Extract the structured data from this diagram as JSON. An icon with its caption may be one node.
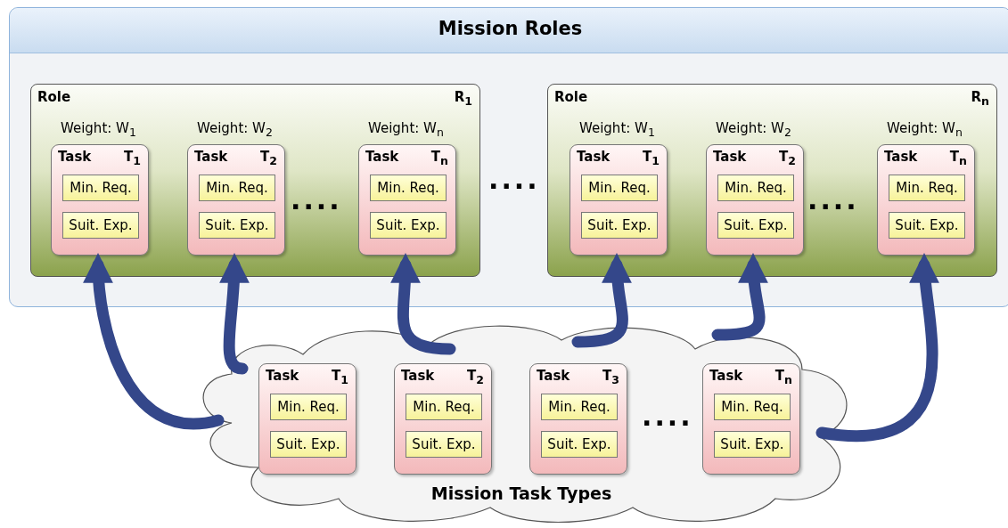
{
  "diagram": {
    "nodes": [
      {
        "text": [
          "Mission Roles"
        ]
      },
      {
        "text": [
          "Role",
          "R$_{1}$"
        ],
        "in": 0
      },
      {
        "text": [
          "Task",
          "T$_{1}$"
        ],
        "in": 1,
        "beside": [
          "Weight: W$_{1}$"
        ]
      },
      {
        "text": [
          "Min. Req."
        ],
        "in": 2
      },
      {
        "text": [
          "Suit. Exp."
        ],
        "in": 2
      },
      {
        "text": [
          "Task",
          "T$_{2}$"
        ],
        "in": 1,
        "beside": [
          "Weight: W$_{2}$"
        ]
      },
      {
        "text": [
          "Min. Req."
        ],
        "in": 5
      },
      {
        "text": [
          "Suit. Exp."
        ],
        "in": 5
      },
      {
        "text": [
          "Task",
          "T$_{n}$"
        ],
        "in": 1,
        "beside": [
          "Weight: W$_{n}$"
        ]
      },
      {
        "text": [
          "Min. Req."
        ],
        "in": 8
      },
      {
        "text": [
          "Suit. Exp."
        ],
        "in": 8
      },
      {
        "text": [
          "Role",
          "R$_{n}$"
        ],
        "in": 0
      },
      {
        "text": [
          "Task",
          "T$_{1}$"
        ],
        "in": 11,
        "beside": [
          "Weight: W$_{1}$"
        ]
      },
      {
        "text": [
          "Min. Req."
        ],
        "in": 12
      },
      {
        "text": [
          "Suit. Exp."
        ],
        "in": 12
      },
      {
        "text": [
          "Task",
          "T$_{2}$"
        ],
        "in": 11,
        "beside": [
          "Weight: W$_{2}$"
        ]
      },
      {
        "text": [
          "Min. Req."
        ],
        "in": 15
      },
      {
        "text": [
          "Suit. Exp."
        ],
        "in": 15
      },
      {
        "text": [
          "Task",
          "T$_{n}$"
        ],
        "in": 11,
        "beside": [
          "Weight: W$_{n}$"
        ]
      },
      {
        "text": [
          "Min. Req."
        ],
        "in": 18
      },
      {
        "text": [
          "Suit. Exp."
        ],
        "in": 18
      },
      {
        "text": [
          "Mission Task Types"
        ]
      },
      {
        "text": [
          "Task",
          "T$_{1}$"
        ],
        "in": 21
      },
      {
        "text": [
          "Min. Req."
        ],
        "in": 22
      },
      {
        "text": [
          "Suit. Exp."
        ],
        "in": 22
      },
      {
        "text": [
          "Task",
          "T$_{2}$"
        ],
        "in": 21
      },
      {
        "text": [
          "Min. Req."
        ],
        "in": 25
      },
      {
        "text": [
          "Suit. Exp."
        ],
        "in": 25
      },
      {
        "text": [
          "Task",
          "T$_{3}$"
        ],
        "in": 21
      },
      {
        "text": [
          "Min. Req."
        ],
        "in": 28
      },
      {
        "text": [
          "Suit. Exp."
        ],
        "in": 28
      },
      {
        "text": [
          "Task",
          "T$_{n}$"
        ],
        "in": 21
      },
      {
        "text": [
          "Min. Req."
        ],
        "in": 31
      },
      {
        "text": [
          "Suit. Exp."
        ],
        "in": 31
      }
    ],
    "edges": [
      {
        "from": 21,
        "to": 2,
        "arrow": "to"
      },
      {
        "from": 21,
        "to": 5,
        "arrow": "to"
      },
      {
        "from": 21,
        "to": 8,
        "arrow": "to"
      },
      {
        "from": 21,
        "to": 12,
        "arrow": "to"
      },
      {
        "from": 21,
        "to": 15,
        "arrow": "to"
      },
      {
        "from": 21,
        "to": 18,
        "arrow": "to"
      }
    ],
    "labels": [
      "....",
      "....",
      "....",
      "...."
    ]
  }
}
